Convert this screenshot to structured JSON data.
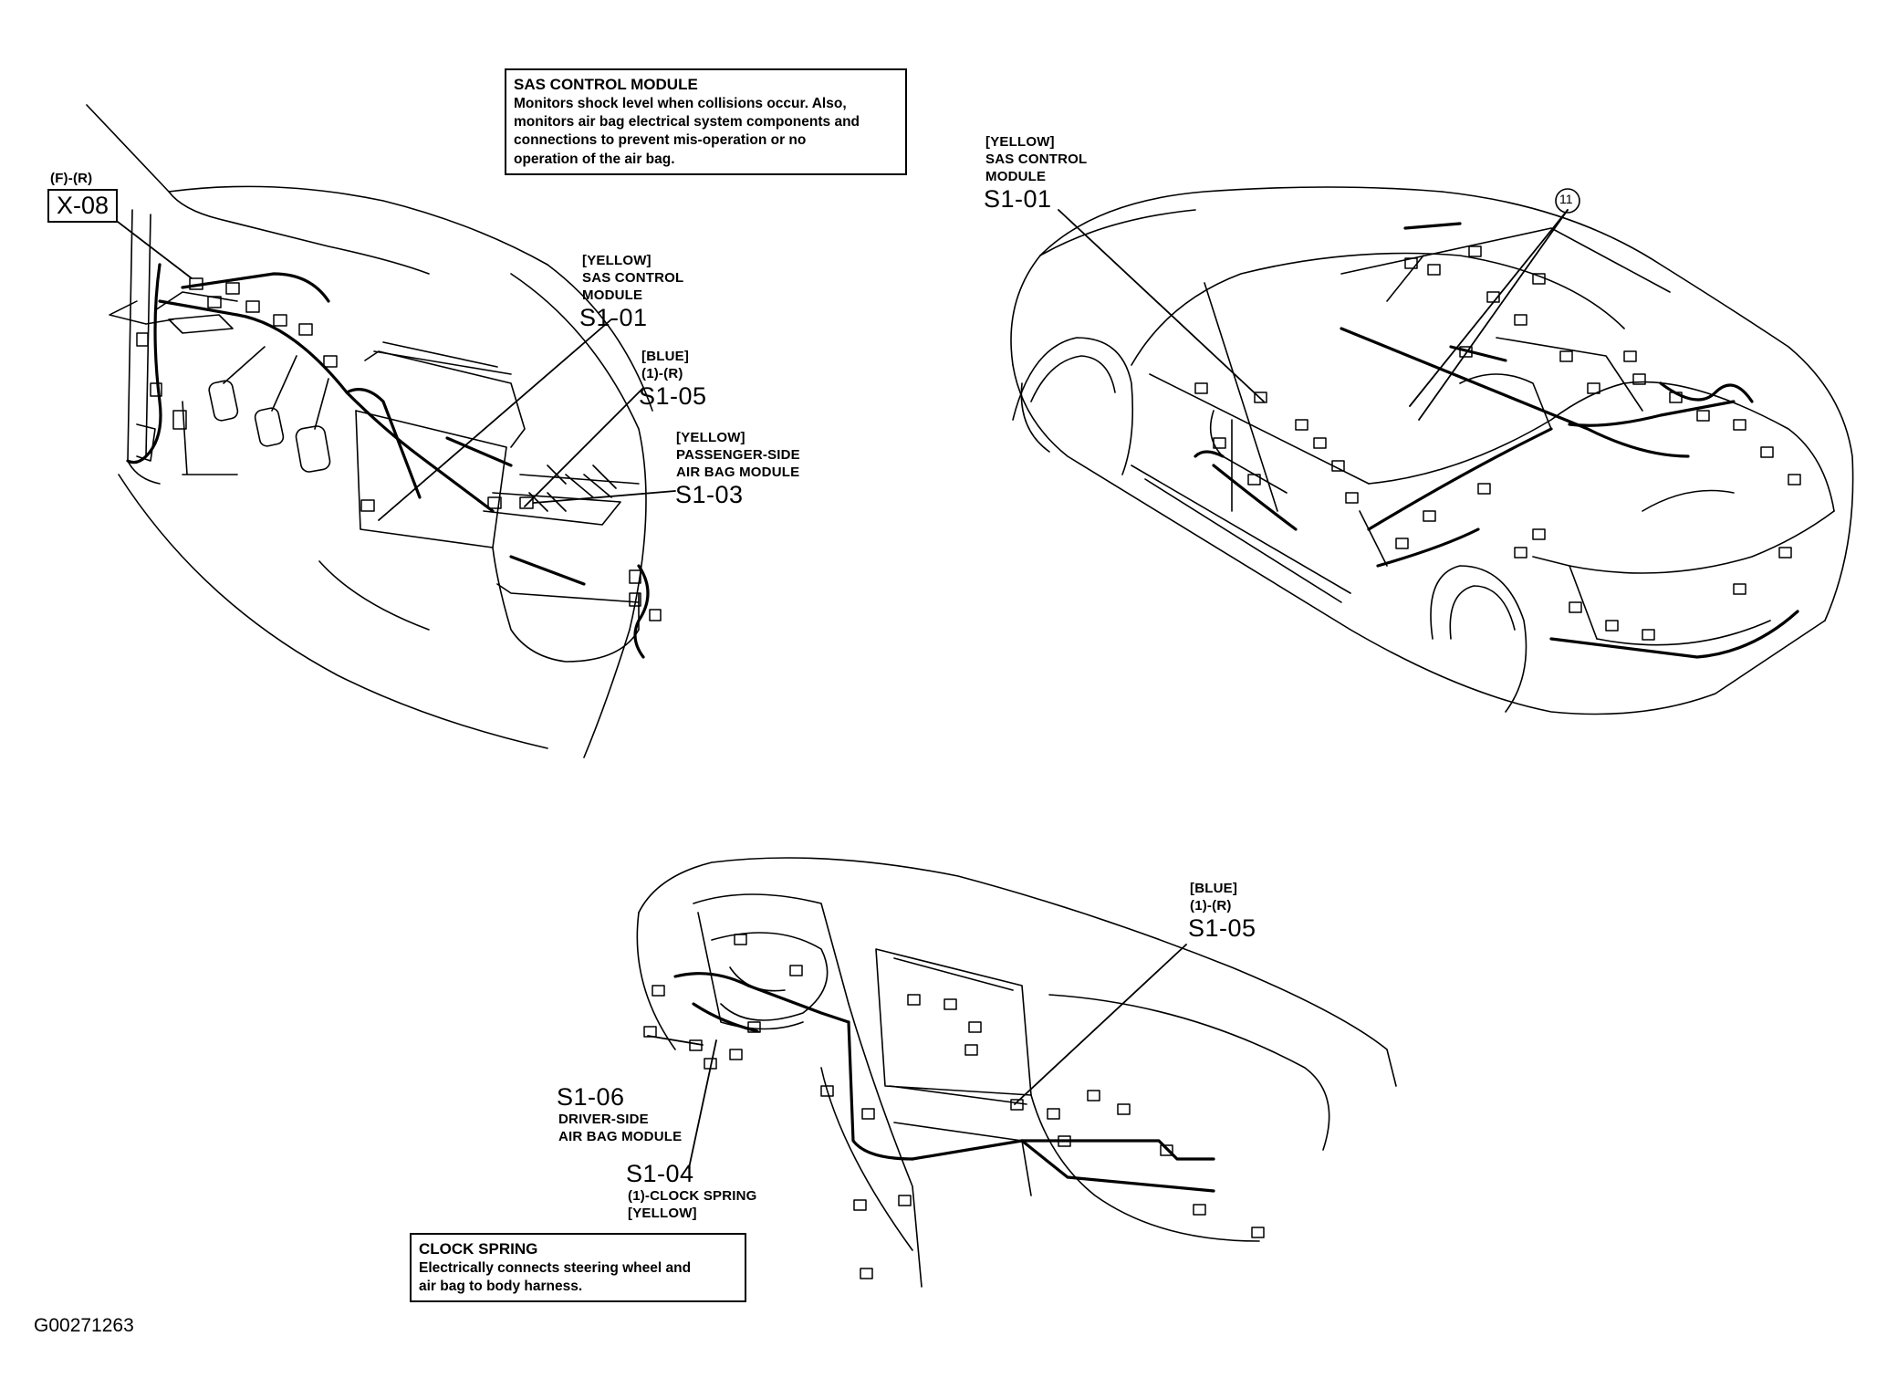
{
  "sas_box": {
    "title": "SAS CONTROL MODULE",
    "lines": [
      "Monitors shock level when collisions occur. Also,",
      "monitors air bag electrical system components and",
      "connections to prevent mis-operation or no",
      "operation of the air bag."
    ]
  },
  "clock_box": {
    "title": "CLOCK SPRING",
    "lines": [
      "Electrically connects steering wheel and",
      "air bag to body harness."
    ]
  },
  "x08": {
    "note": "(F)-(R)",
    "code": "X-08"
  },
  "left": {
    "s101": {
      "color": "[YELLOW]",
      "l1": "SAS CONTROL",
      "l2": "MODULE",
      "code": "S1-01"
    },
    "s105": {
      "color": "[BLUE]",
      "l1": "(1)-(R)",
      "code": "S1-05"
    },
    "s103": {
      "color": "[YELLOW]",
      "l1": "PASSENGER-SIDE",
      "l2": "AIR BAG MODULE",
      "code": "S1-03"
    }
  },
  "car": {
    "s101": {
      "color": "[YELLOW]",
      "l1": "SAS CONTROL",
      "l2": "MODULE",
      "code": "S1-01"
    },
    "callout": "11"
  },
  "dash": {
    "s105": {
      "color": "[BLUE]",
      "l1": "(1)-(R)",
      "code": "S1-05"
    },
    "s106": {
      "code": "S1-06",
      "l1": "DRIVER-SIDE",
      "l2": "AIR BAG MODULE"
    },
    "s104": {
      "code": "S1-04",
      "l1": "(1)-CLOCK SPRING",
      "l2": "[YELLOW]"
    }
  },
  "figure_id": "G00271263"
}
